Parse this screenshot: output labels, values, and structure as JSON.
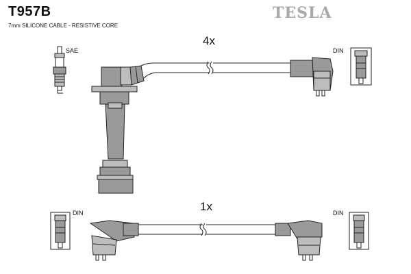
{
  "header": {
    "part_number": "T957B",
    "cable_spec": "7mm SILICONE CABLE - RESISTIVE CORE",
    "brand": "TESLA"
  },
  "labels": {
    "sae": "SAE",
    "din_top_right": "DIN",
    "din_bottom_left": "DIN",
    "din_bottom_right": "DIN"
  },
  "quantities": {
    "top_lead": "4x",
    "bottom_lead": "1x"
  },
  "colors": {
    "part_fill": "#9a9a9a",
    "part_fill_light": "#bdbdbd",
    "stroke": "#222222",
    "brand": "#a9a9a9"
  }
}
